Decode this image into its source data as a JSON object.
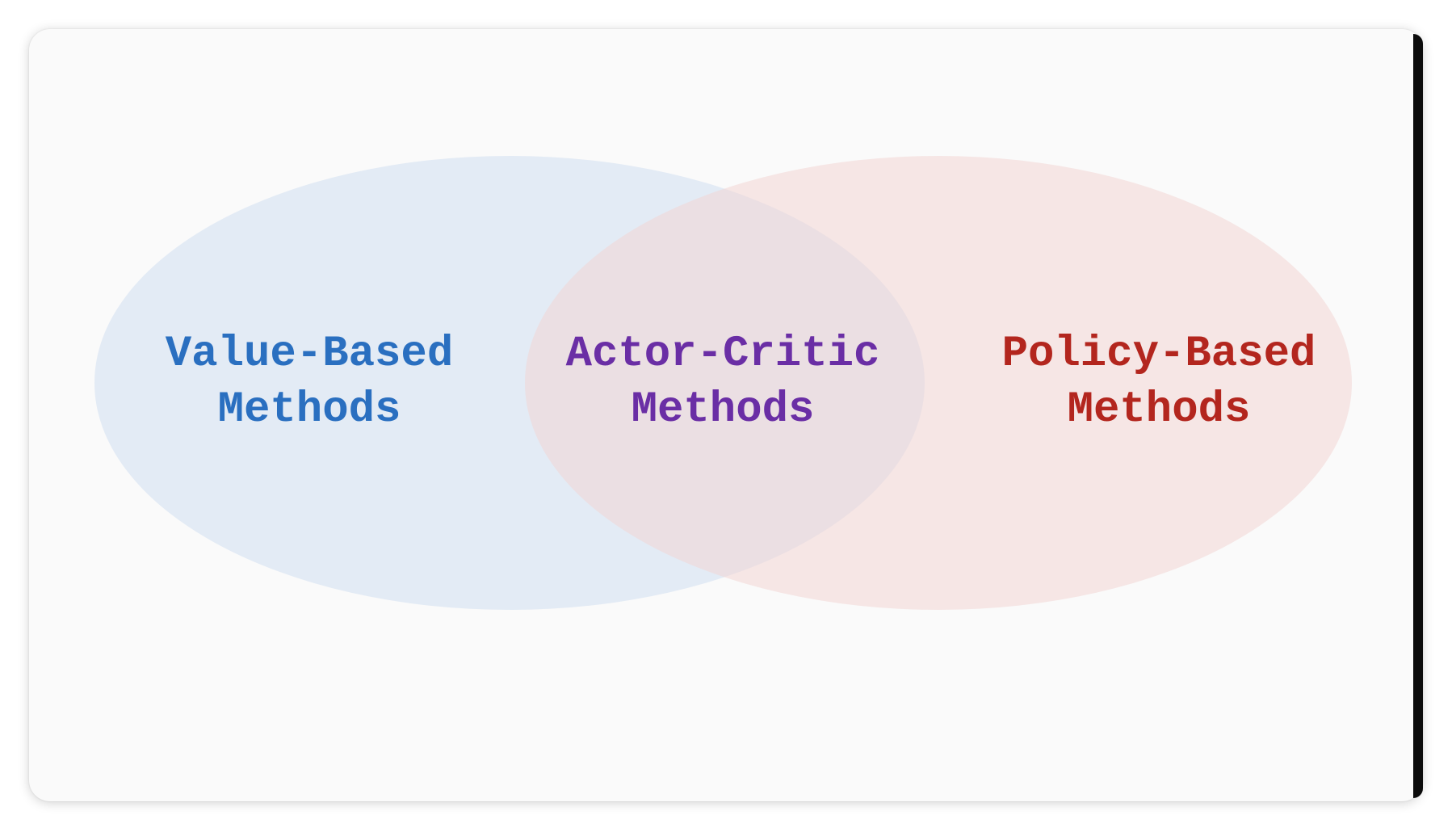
{
  "diagram": {
    "type": "venn",
    "sets": [
      {
        "id": "value_based",
        "line1": "Value-Based",
        "line2": "Methods",
        "text_color": "#2a6fc0",
        "fill_color": "#cfdff1"
      },
      {
        "id": "policy_based",
        "line1": "Policy-Based",
        "line2": "Methods",
        "text_color": "#b3261e",
        "fill_color": "#f3d6d3"
      }
    ],
    "intersection": {
      "line1": "Actor-Critic",
      "line2": "Methods",
      "text_color": "#6a2ea5"
    }
  }
}
